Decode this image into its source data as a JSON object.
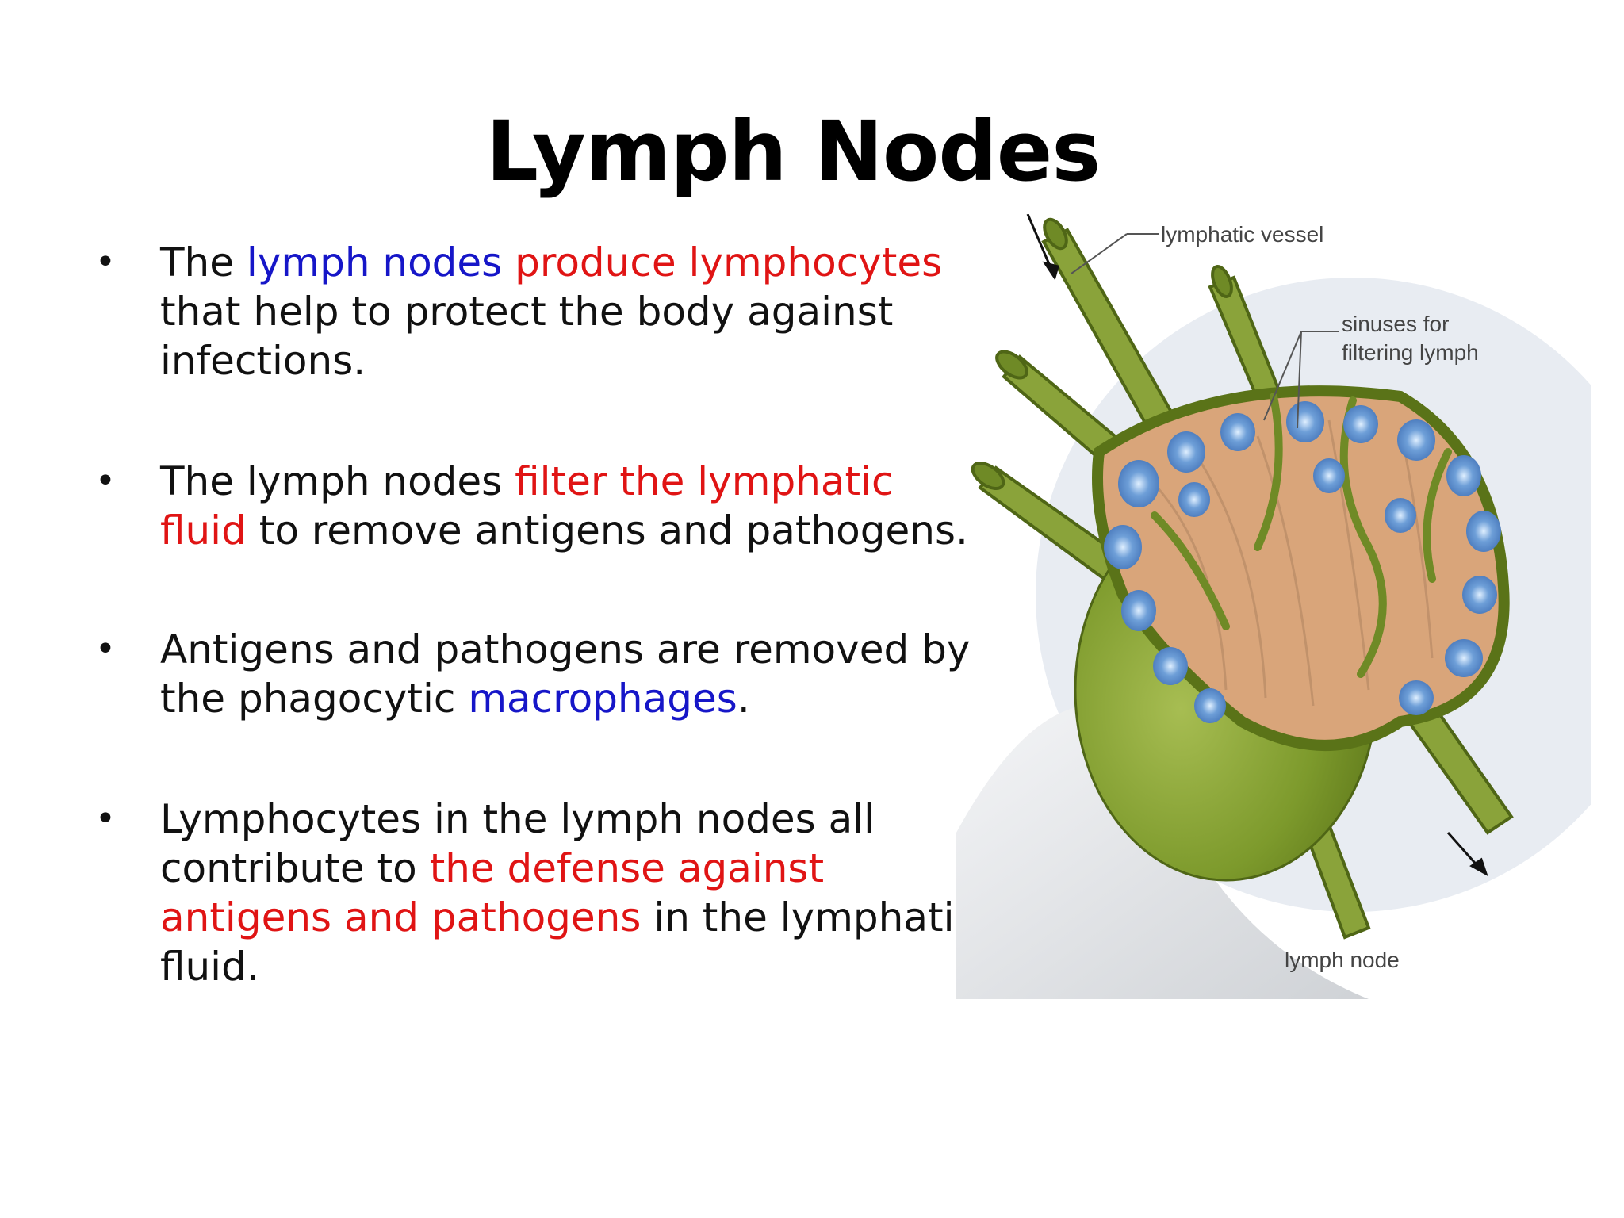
{
  "slide": {
    "title": "Lymph Nodes",
    "bullet_symbol": "•",
    "bullets": [
      {
        "lines": [
          [
            {
              "text": "The ",
              "color": ""
            },
            {
              "text": "lymph nodes ",
              "color": "blue"
            },
            {
              "text": "produce lymphocytes",
              "color": "red"
            }
          ],
          [
            {
              "text": "that help to protect the body against",
              "color": ""
            }
          ],
          [
            {
              "text": "infections.",
              "color": ""
            }
          ]
        ]
      },
      {
        "lines": [
          [
            {
              "text": "The lymph nodes ",
              "color": ""
            },
            {
              "text": "filter the lymphatic",
              "color": "red"
            }
          ],
          [
            {
              "text": "fluid",
              "color": "red"
            },
            {
              "text": " to remove antigens and pathogens.",
              "color": ""
            }
          ]
        ]
      },
      {
        "lines": [
          [
            {
              "text": "Antigens and pathogens are removed by",
              "color": ""
            }
          ],
          [
            {
              "text": "the phagocytic ",
              "color": ""
            },
            {
              "text": "macrophages",
              "color": "blue"
            },
            {
              "text": ".",
              "color": ""
            }
          ]
        ]
      },
      {
        "lines": [
          [
            {
              "text": "Lymphocytes in the lymph nodes all",
              "color": ""
            }
          ],
          [
            {
              "text": "contribute to ",
              "color": ""
            },
            {
              "text": "the defense against",
              "color": "red"
            }
          ],
          [
            {
              "text": "antigens and pathogens",
              "color": "red"
            },
            {
              "text": " in the lymphatic",
              "color": ""
            }
          ],
          [
            {
              "text": "fluid.",
              "color": ""
            }
          ]
        ]
      }
    ]
  },
  "figure": {
    "label_vessel": "lymphatic vessel",
    "label_sinuses_1": "sinuses for",
    "label_sinuses_2": "filtering lymph",
    "label_node": "lymph node"
  },
  "colors": {
    "blue": "#1616c8",
    "red": "#e01414",
    "text": "#111111",
    "node_green": "#7d9a2c",
    "node_inner": "#d9a57a",
    "cell_blue": "#6e9fd8"
  }
}
